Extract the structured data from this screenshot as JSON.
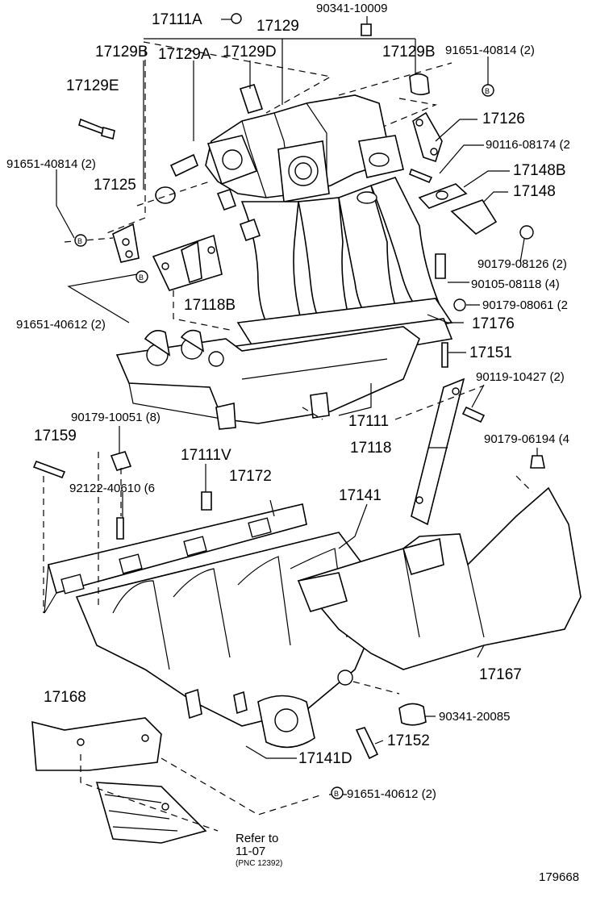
{
  "labels": {
    "p17111A": "17111A",
    "p17129": "17129",
    "p90341_10009": "90341-10009",
    "p17129B_l": "17129B",
    "p17129A": "17129A",
    "p17129D": "17129D",
    "p17129B_r": "17129B",
    "p91651_40814_top": "91651-40814 (2)",
    "p17129E": "17129E",
    "p17126": "17126",
    "p90116_08174": "90116-08174 (2",
    "p91651_40814_left": "91651-40814 (2)",
    "p17148B": "17148B",
    "p17125": "17125",
    "p17148": "17148",
    "p90179_08126": "90179-08126 (2)",
    "p90105_08118": "90105-08118 (4)",
    "p17118B": "17118B",
    "p90179_08061": "90179-08061 (2",
    "p91651_40612_left": "91651-40612 (2)",
    "p17176": "17176",
    "p17151": "17151",
    "p90119_10427": "90119-10427 (2)",
    "p90179_10051": "90179-10051 (8)",
    "p17111": "17111",
    "p17159": "17159",
    "p90179_06194": "90179-06194 (4",
    "p17118": "17118",
    "p17111V": "17111V",
    "p92122_40610": "92122-40610 (6",
    "p17172": "17172",
    "p17141": "17141",
    "p17167": "17167",
    "p17168": "17168",
    "p90341_20085": "90341-20085",
    "p17152": "17152",
    "p17141D": "17141D",
    "p91651_40612_bottom": "91651-40612 (2)",
    "refer_line1": "Refer to",
    "refer_line2": "11-07",
    "refer_line3": "(PNC 12392)",
    "figure_number": "179668"
  },
  "markers": {
    "bolt_marker_letter": "B"
  }
}
